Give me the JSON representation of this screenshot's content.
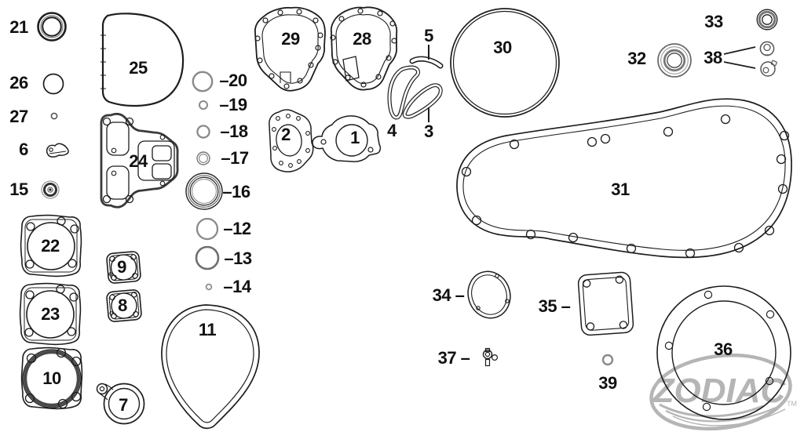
{
  "labels": {
    "n1": "1",
    "n2": "2",
    "n3": "3",
    "n4": "4",
    "n5": "5",
    "n6": "6",
    "n7": "7",
    "n8": "8",
    "n9": "9",
    "n10": "10",
    "n11": "11",
    "n12": "–12",
    "n13": "–13",
    "n14": "–14",
    "n15": "15",
    "n16": "–16",
    "n17": "–17",
    "n18": "–18",
    "n19": "–19",
    "n20": "–20",
    "n21": "21",
    "n22": "22",
    "n23": "23",
    "n24": "24",
    "n25": "25",
    "n26": "26",
    "n27": "27",
    "n28": "28",
    "n29": "29",
    "n30": "30",
    "n31": "31",
    "n32": "32",
    "n33": "33",
    "n34": "34 –",
    "n35": "35 –",
    "n36": "36",
    "n37": "37 –",
    "n38": "38",
    "n39": "39"
  },
  "watermark": {
    "brand": "ZODIAC",
    "tm": "TM"
  },
  "colors": {
    "line": "#1d1d1d",
    "gray_ring": "#8a8a8a",
    "watermark": "#b5b5b5",
    "background": "#ffffff"
  }
}
